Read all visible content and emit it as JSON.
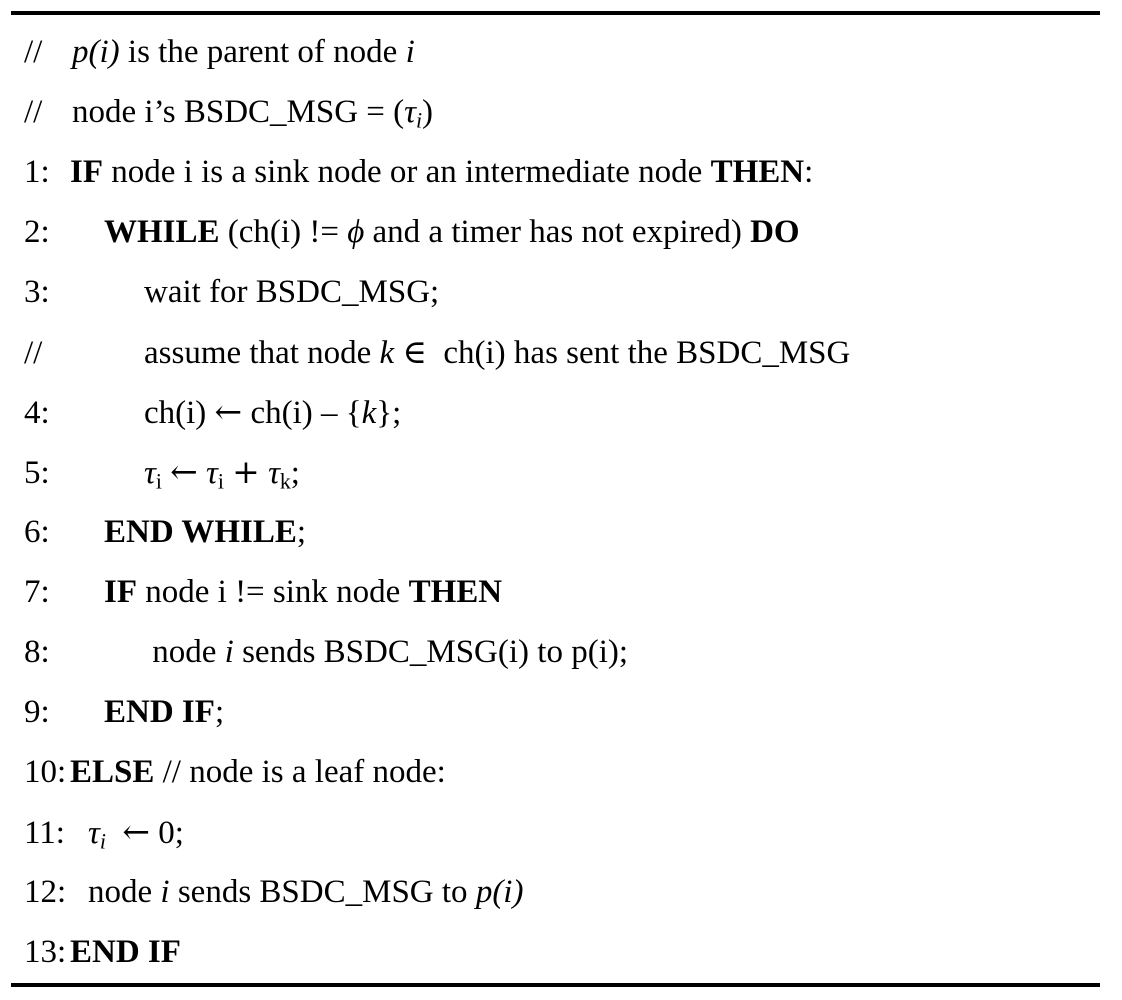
{
  "document": {
    "type": "algorithm-pseudocode",
    "has_top_rule": true,
    "has_bottom_rule": true,
    "rule_color": "#000000",
    "text_color": "#000000",
    "background_color": "#ffffff"
  },
  "lines": [
    {
      "label": "//",
      "indent": "ind-h",
      "text": "// p(i) is the parent of node i",
      "kind": "comment"
    },
    {
      "label": "//",
      "indent": "ind-h",
      "text": "// node i's BSDC_MSG = (τi)",
      "kind": "comment"
    },
    {
      "label": "1:",
      "indent": "ind-0",
      "text": "IF node i is a sink node or an intermediate node THEN:",
      "kind": "statement"
    },
    {
      "label": "2:",
      "indent": "ind-1",
      "text": "WHILE (ch(i) != ϕ and a timer has not expired) DO",
      "kind": "statement"
    },
    {
      "label": "3:",
      "indent": "ind-2",
      "text": "wait for BSDC_MSG;",
      "kind": "statement"
    },
    {
      "label": "//",
      "indent": "ind-2",
      "text": "assume that node k ∈ ch(i) has sent the BSDC_MSG",
      "kind": "comment"
    },
    {
      "label": "4:",
      "indent": "ind-2",
      "text": "ch(i) ← ch(i) – {k};",
      "kind": "statement"
    },
    {
      "label": "5:",
      "indent": "ind-2",
      "text": "τi ← τi + τk;",
      "kind": "statement"
    },
    {
      "label": "6:",
      "indent": "ind-1",
      "text": "END WHILE;",
      "kind": "statement"
    },
    {
      "label": "7:",
      "indent": "ind-1",
      "text": "IF node i != sink node THEN",
      "kind": "statement"
    },
    {
      "label": "8:",
      "indent": "ind-2",
      "text": "node i sends BSDC_MSG(i) to p(i);",
      "kind": "statement"
    },
    {
      "label": "9:",
      "indent": "ind-1",
      "text": "END IF;",
      "kind": "statement"
    },
    {
      "label": "10:",
      "indent": "ind-0",
      "text": "ELSE // node is a leaf node:",
      "kind": "statement"
    },
    {
      "label": "11:",
      "indent": "ind-s",
      "text": "τi ← 0;",
      "kind": "statement"
    },
    {
      "label": "12:",
      "indent": "ind-s",
      "text": "node i sends BSDC_MSG to p(i)",
      "kind": "statement"
    },
    {
      "label": "13:",
      "indent": "ind-0",
      "text": "END IF",
      "kind": "statement"
    }
  ],
  "symbols": {
    "tau": "τ",
    "phi": "ϕ",
    "element_of": "∈",
    "left_arrow": "←",
    "en_dash": "–",
    "not_equal": "!="
  }
}
